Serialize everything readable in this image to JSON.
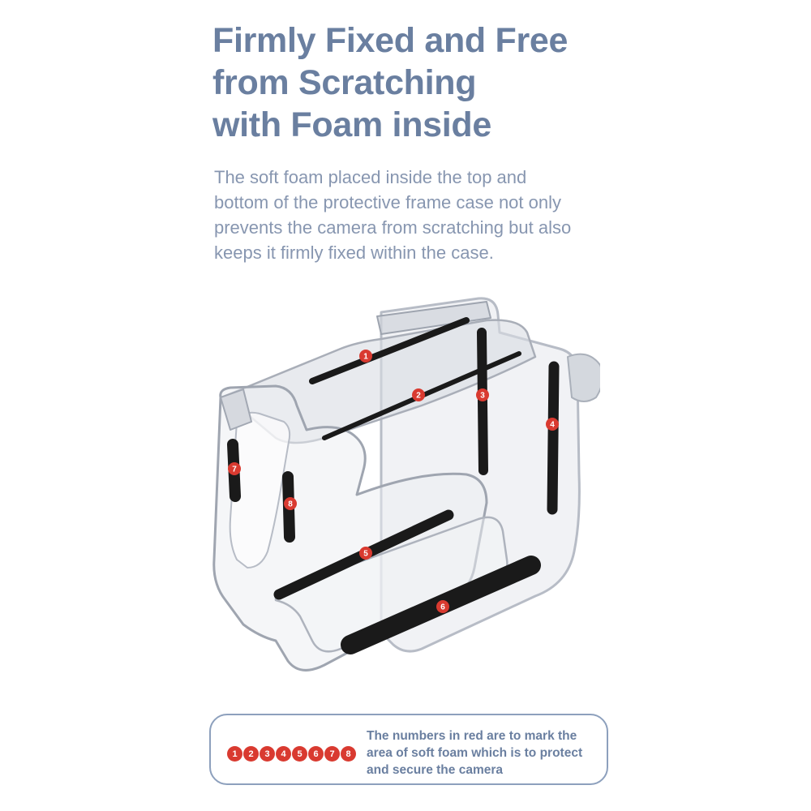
{
  "headline": {
    "line1": "Firmly Fixed and Free",
    "line2": "from Scratching",
    "line3": "with Foam inside"
  },
  "description": {
    "line1": "The soft foam placed inside the top and",
    "line2": "bottom of the protective frame case not only",
    "line3": "prevents the camera from scratching but also",
    "line4": "keeps it firmly fixed within the case."
  },
  "illustration": {
    "subject": "transparent camera protective frame case with foam pads",
    "markers": [
      "1",
      "2",
      "3",
      "4",
      "5",
      "6",
      "7",
      "8"
    ],
    "marker_color": "#d93a30",
    "foam_color": "#1a1a1a"
  },
  "note": {
    "badges": [
      "1",
      "2",
      "3",
      "4",
      "5",
      "6",
      "7",
      "8"
    ],
    "line1": "The numbers in red are to mark the",
    "line2": "area of soft foam which is to protect",
    "line3": "and secure the camera"
  },
  "colors": {
    "heading": "#6a7fa0",
    "body": "#8796b0",
    "badge": "#d93a30",
    "border": "#8da0bd"
  }
}
